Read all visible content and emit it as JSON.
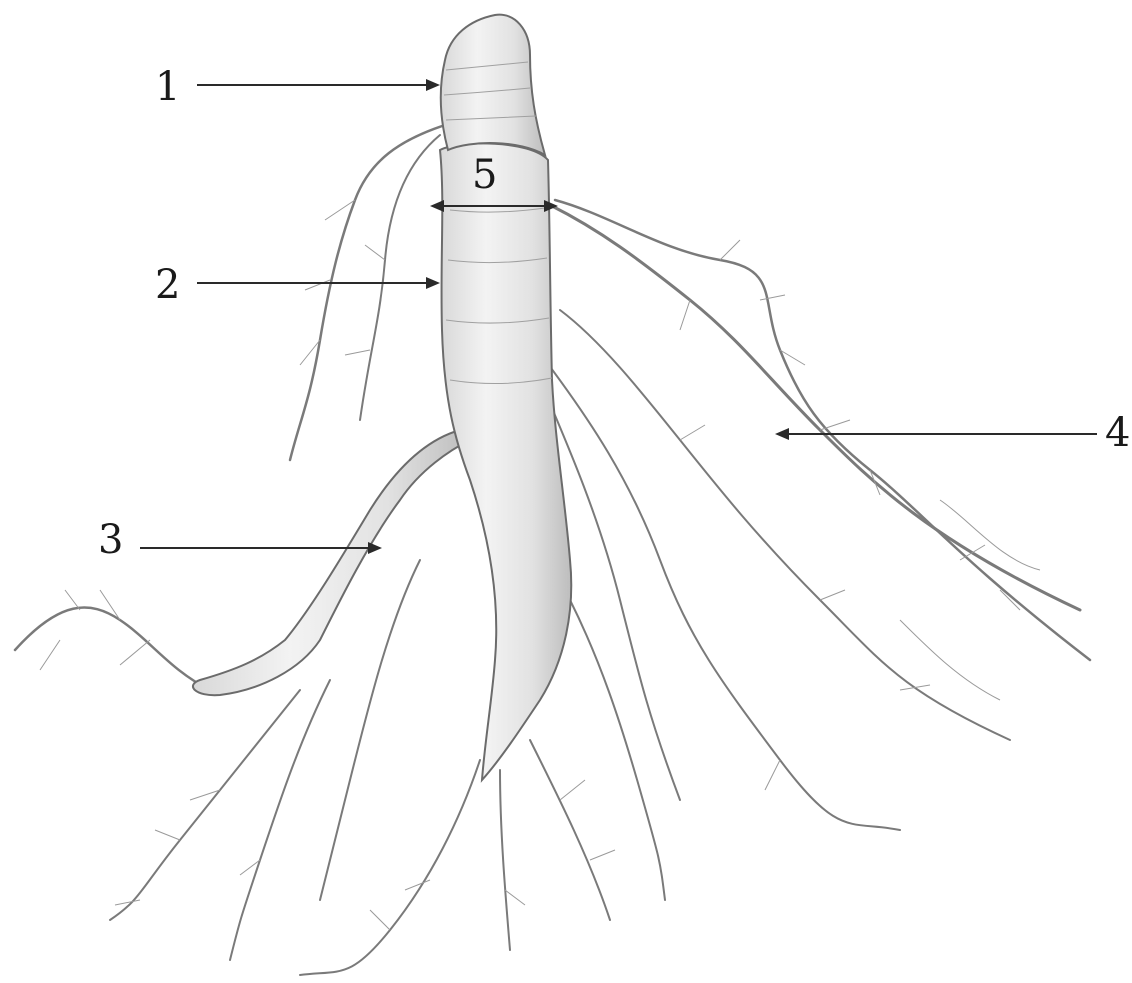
{
  "labels": {
    "neck": "1",
    "main_root_body": "2",
    "branch_root": "3",
    "fibrous_rootlets": "4",
    "root_width": "5"
  }
}
